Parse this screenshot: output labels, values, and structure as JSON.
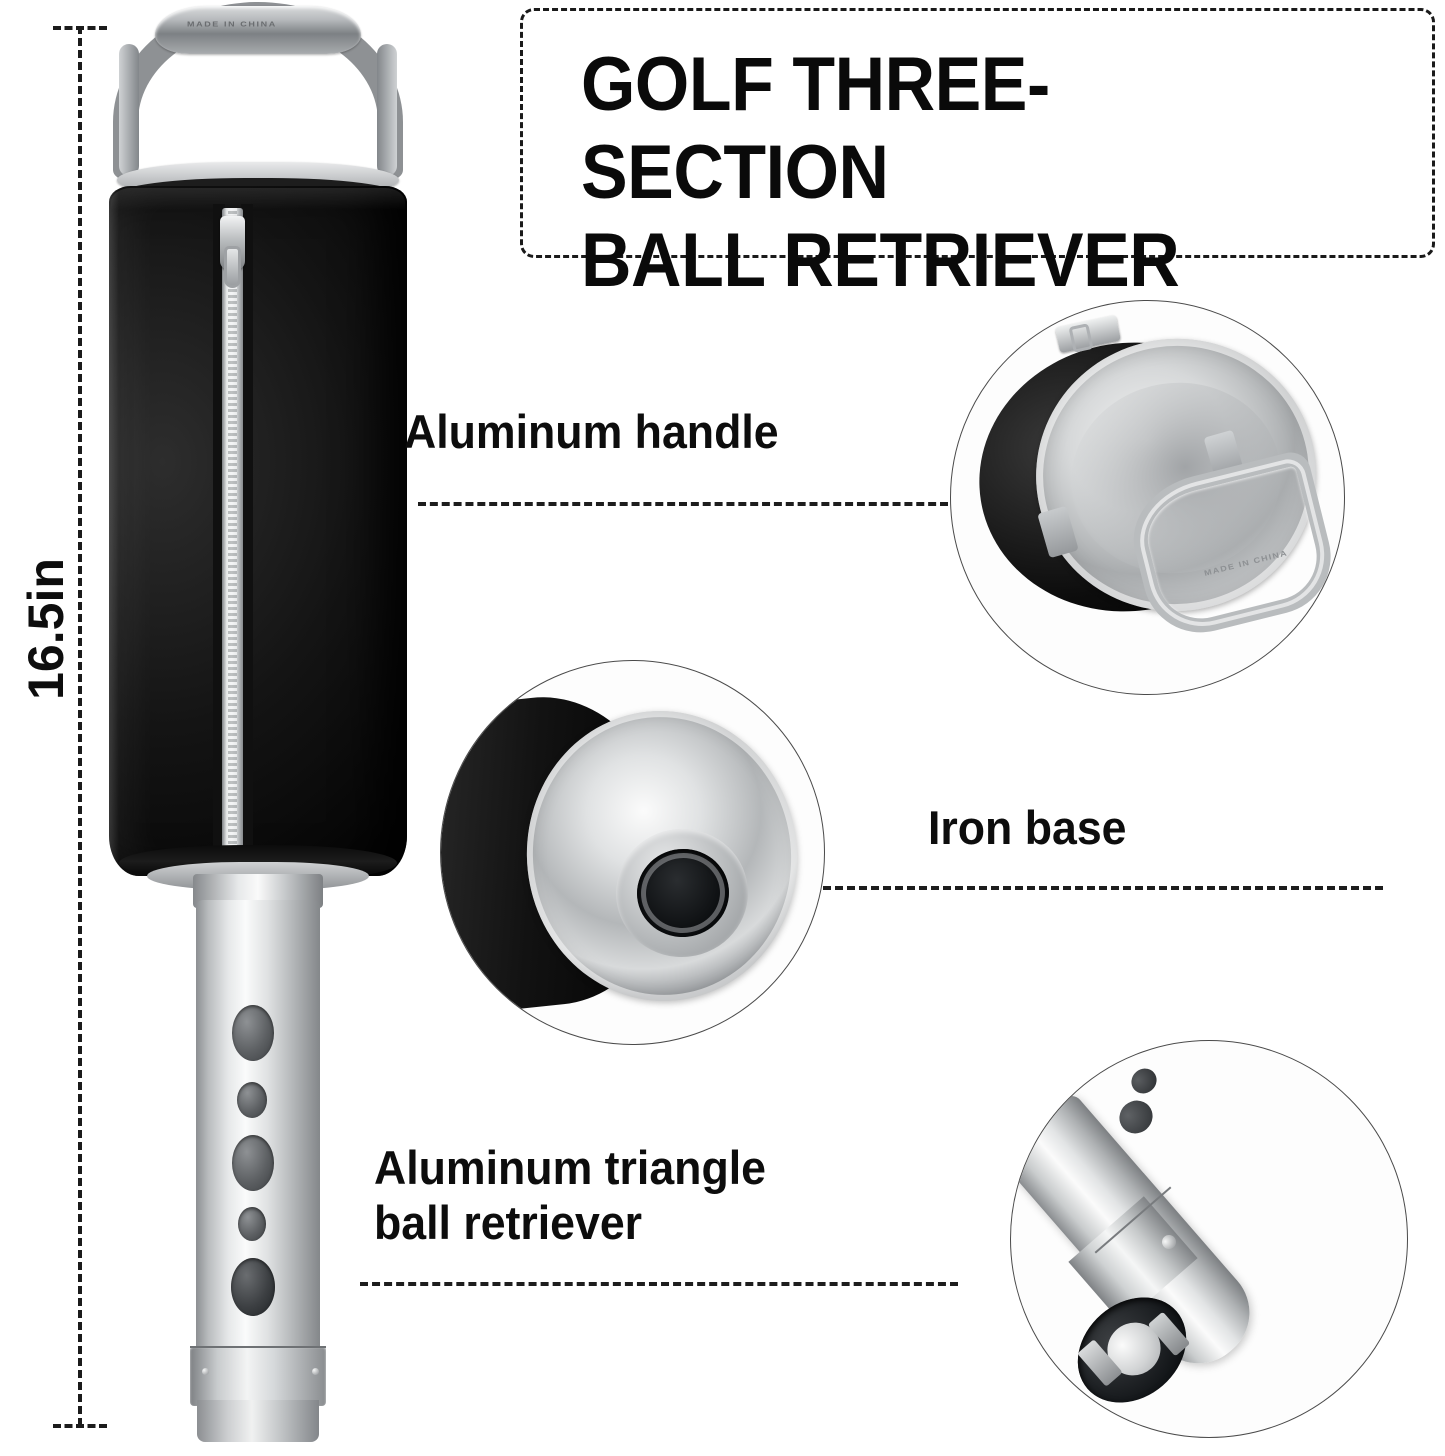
{
  "title": {
    "line1": "GOLF THREE-SECTION",
    "line2": "BALL RETRIEVER",
    "full": "GOLF THREE-SECTION\nBALL RETRIEVER"
  },
  "dimension": {
    "value": "16.5in"
  },
  "callouts": [
    {
      "id": "aluminum-handle",
      "label": "Aluminum handle"
    },
    {
      "id": "iron-base",
      "label": "Iron base"
    },
    {
      "id": "aluminum-triangle-ball-retriever",
      "label": "Aluminum triangle\nball retriever"
    }
  ],
  "product": {
    "handle_stamp": "MADE IN CHINA",
    "inset_handle_stamp": "MADE IN CHINA"
  },
  "colors": {
    "background": "#ffffff",
    "text": "#0d0d0d",
    "dash_line": "#1b1b1b",
    "fabric_black": "#0d0d0d",
    "aluminum_light": "#fafbfb",
    "aluminum_mid": "#b4b7b9",
    "aluminum_dark": "#7d8083",
    "inset_border": "#4a4a4a"
  }
}
